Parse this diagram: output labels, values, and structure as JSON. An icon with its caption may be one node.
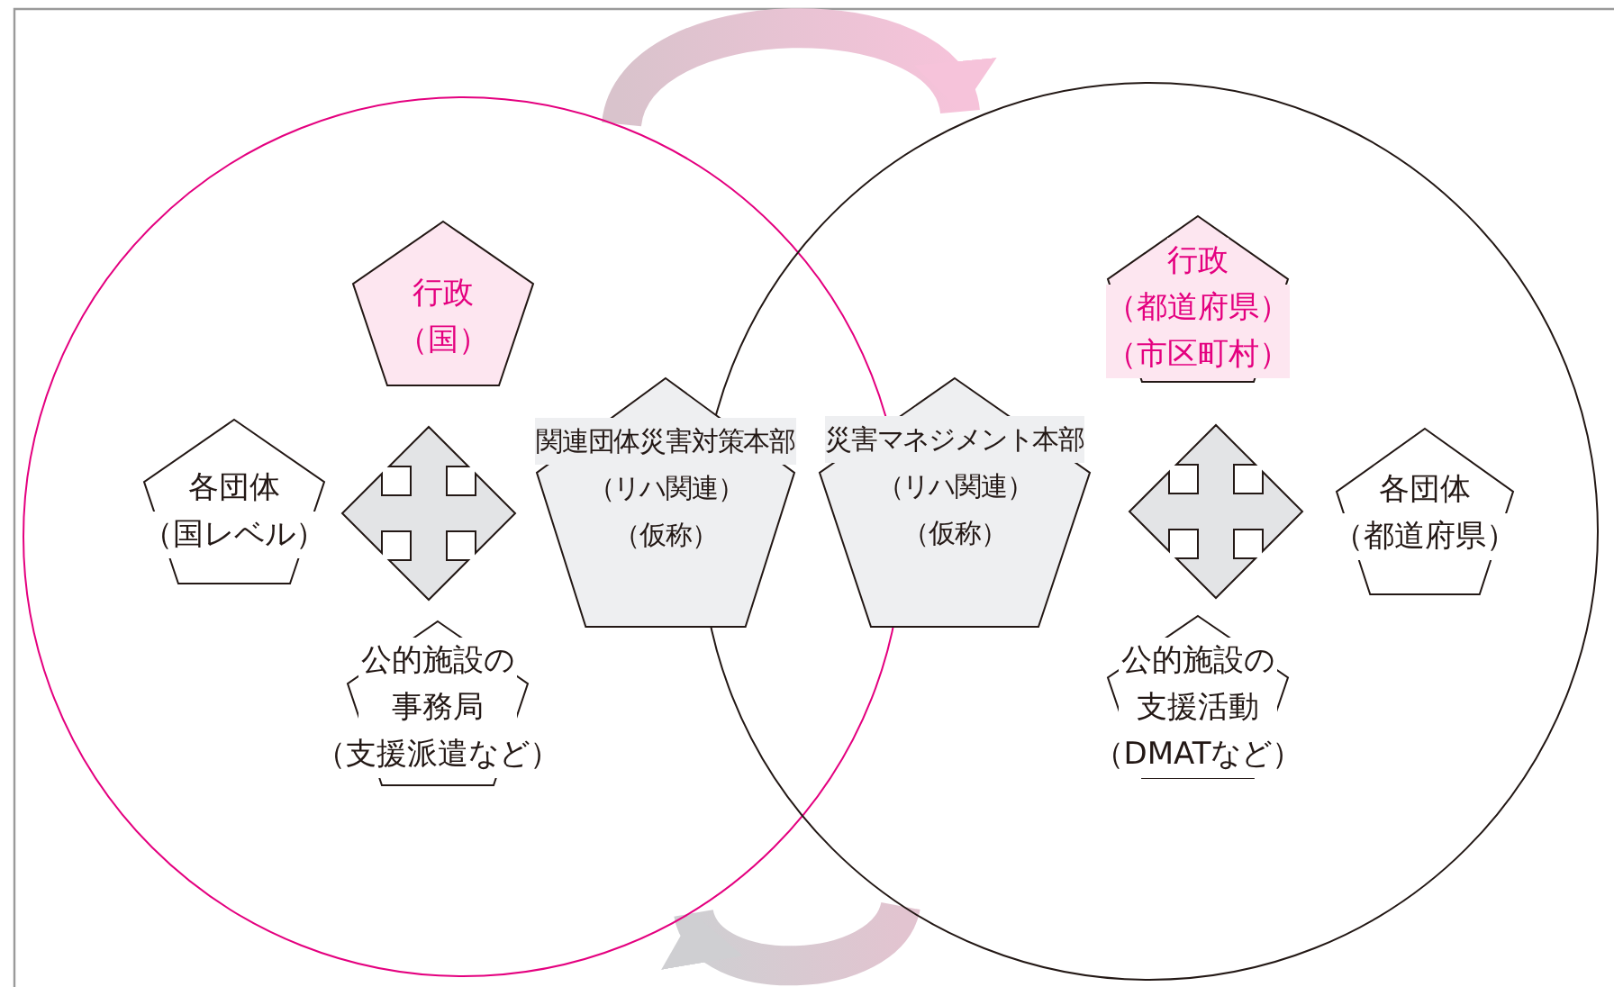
{
  "diagram": {
    "nodes": [
      {
        "text": [],
        "shape": "circle"
      },
      {
        "text": [],
        "shape": "circle"
      },
      {
        "text": [
          "行政",
          "（国）"
        ],
        "in": 0
      },
      {
        "text": [
          "各団体",
          "（国レベル）"
        ],
        "in": 0
      },
      {
        "text": [
          "関連団体災害対策本部",
          "（リハ関連）",
          "（仮称）"
        ],
        "in": 0
      },
      {
        "text": [
          "公的施設の事務局",
          "（支援派遣など）"
        ],
        "in": 0
      },
      {
        "text": [
          "行政",
          "（都道府県）",
          "（市区町村）"
        ],
        "in": 1
      },
      {
        "text": [
          "災害マネジメント本部",
          "（リハ関連）",
          "（仮称）"
        ],
        "in": 1
      },
      {
        "text": [
          "各団体",
          "（都道府県）"
        ],
        "in": 1
      },
      {
        "text": [
          "公的施設の支援活動",
          "（DMATなど）"
        ],
        "in": 1
      }
    ],
    "edges": [
      {
        "from": 0,
        "to": 1,
        "arrow": "to"
      },
      {
        "from": 1,
        "to": 0,
        "arrow": "to"
      }
    ]
  }
}
